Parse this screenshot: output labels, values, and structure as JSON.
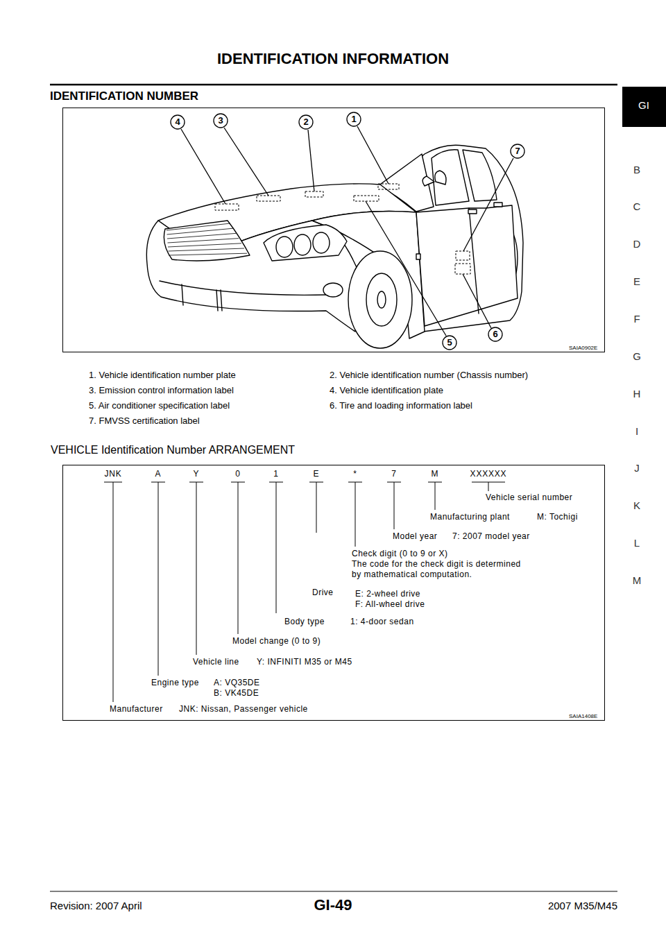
{
  "diagram": {
    "title": "IDENTIFICATION INFORMATION",
    "labels": [
      "GI",
      "B",
      "C",
      "D",
      "E",
      "F",
      "G",
      "H",
      "I",
      "J",
      "K",
      "L",
      "M",
      "IDENTIFICATION NUMBER",
      "4",
      "3",
      "2",
      "1",
      "7",
      "5",
      "6",
      "SAIA0902E",
      "1. Vehicle identification number plate",
      "2. Vehicle identification number (Chassis number)",
      "3. Emission control information label",
      "4. Vehicle identification plate",
      "5. Air conditioner specification label",
      "6. Tire and loading information label",
      "7. FMVSS certification label",
      "VEHICLE Identification Number ARRANGEMENT",
      "JNK",
      "A",
      "Y",
      "0",
      "1",
      "E",
      "*",
      "7",
      "M",
      "XXXXXX",
      "Vehicle serial number",
      "Manufacturing plant",
      "M: Tochigi",
      "Model year",
      "7: 2007 model year",
      "Check digit (0 to 9 or X)",
      "The code for the check digit is determined",
      "by mathematical computation.",
      "Drive",
      "E: 2-wheel drive",
      "F: All-wheel drive",
      "Body type",
      "1: 4-door sedan",
      "Model change (0 to 9)",
      "Vehicle line",
      "Y: INFINITI M35 or M45",
      "Engine type",
      "A: VQ35DE",
      "B: VK45DE",
      "Manufacturer",
      "JNK: Nissan, Passenger vehicle",
      "SAIA1408E",
      "Revision: 2007 April",
      "GI-49",
      "2007 M35/M45"
    ]
  }
}
